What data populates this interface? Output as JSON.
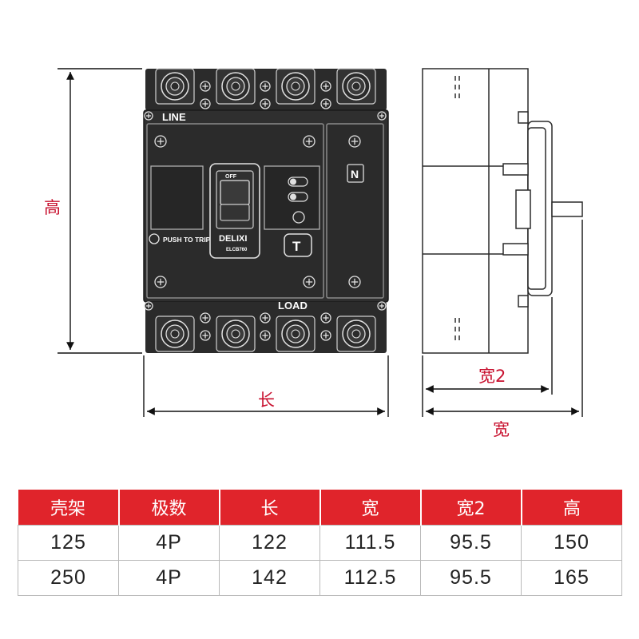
{
  "dimensions": {
    "height_label": "高",
    "length_label": "长",
    "width_label": "宽",
    "width2_label": "宽2"
  },
  "panel": {
    "line_label": "LINE",
    "load_label": "LOAD",
    "push_to_trip_label": "PUSH TO TRIP",
    "neutral_label": "N",
    "test_button_label": "T",
    "switch_state_label": "OFF",
    "brand_label": "DELIXI",
    "model_label": "ELCB760"
  },
  "colors": {
    "accent": "#e0242b",
    "dimension": "#c8102e",
    "body": "#2b2b2b"
  },
  "table": {
    "headers": [
      "壳架",
      "极数",
      "长",
      "宽",
      "宽2",
      "高"
    ],
    "rows": [
      [
        "125",
        "4P",
        "122",
        "111.5",
        "95.5",
        "150"
      ],
      [
        "250",
        "4P",
        "142",
        "112.5",
        "95.5",
        "165"
      ]
    ]
  }
}
